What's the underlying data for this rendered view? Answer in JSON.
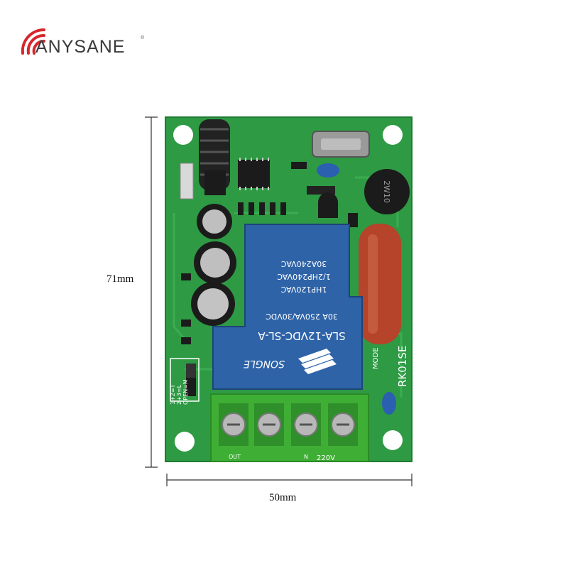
{
  "brand": {
    "name": "ANYSANE",
    "reg_mark": "®"
  },
  "dimensions": {
    "height": "71mm",
    "width": "50mm"
  },
  "relay": {
    "brand": "SONGLE",
    "model": "SLA-12VDC-SL-A",
    "rating_1": "30A 250VA/30VDC",
    "rating_2": "1HP120VAC",
    "rating_3": "1/2HP240VAC",
    "rating_4": "30A240VAC"
  },
  "board": {
    "model_label": "RK01SE",
    "mode_label": "MODE",
    "terminal_out": "OUT",
    "terminal_n": "N",
    "voltage_label": "220V",
    "jumper_labels": [
      "1+2=T",
      "2+3=L",
      "OPEN=M"
    ],
    "rectifier": "2W10"
  },
  "colors": {
    "pcb": "#2e9a44",
    "relay": "#2e63a8",
    "capacitor": "#b5442a",
    "terminal": "#3fae35",
    "logo": "#d7262b"
  }
}
